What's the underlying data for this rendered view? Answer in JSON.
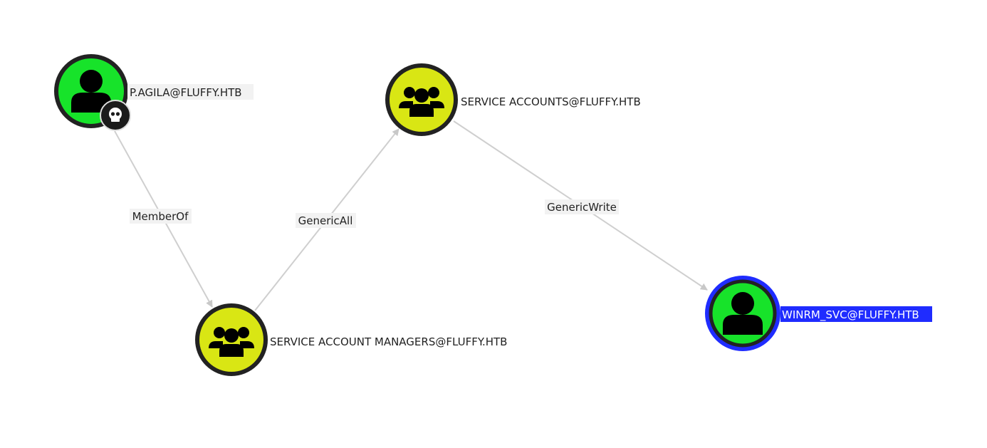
{
  "nodes": {
    "p_agila": {
      "label": "P.AGILA@FLUFFY.HTB",
      "type": "user",
      "icon": "user-icon",
      "badge": "skull-icon",
      "color": "#17e32a"
    },
    "service_accounts": {
      "label": "SERVICE ACCOUNTS@FLUFFY.HTB",
      "type": "group",
      "icon": "group-icon",
      "color": "#d9e614"
    },
    "service_account_managers": {
      "label": "SERVICE ACCOUNT MANAGERS@FLUFFY.HTB",
      "type": "group",
      "icon": "group-icon",
      "color": "#d9e614"
    },
    "winrm_svc": {
      "label": "WINRM_SVC@FLUFFY.HTB",
      "type": "user",
      "icon": "user-icon",
      "selected": true,
      "color": "#17e32a",
      "highlight": "#1f2cff"
    }
  },
  "edges": {
    "memberof": {
      "label": "MemberOf",
      "from": "p_agila",
      "to": "service_account_managers"
    },
    "genericall": {
      "label": "GenericAll",
      "from": "service_account_managers",
      "to": "service_accounts"
    },
    "genericwrite": {
      "label": "GenericWrite",
      "from": "service_accounts",
      "to": "winrm_svc"
    }
  }
}
